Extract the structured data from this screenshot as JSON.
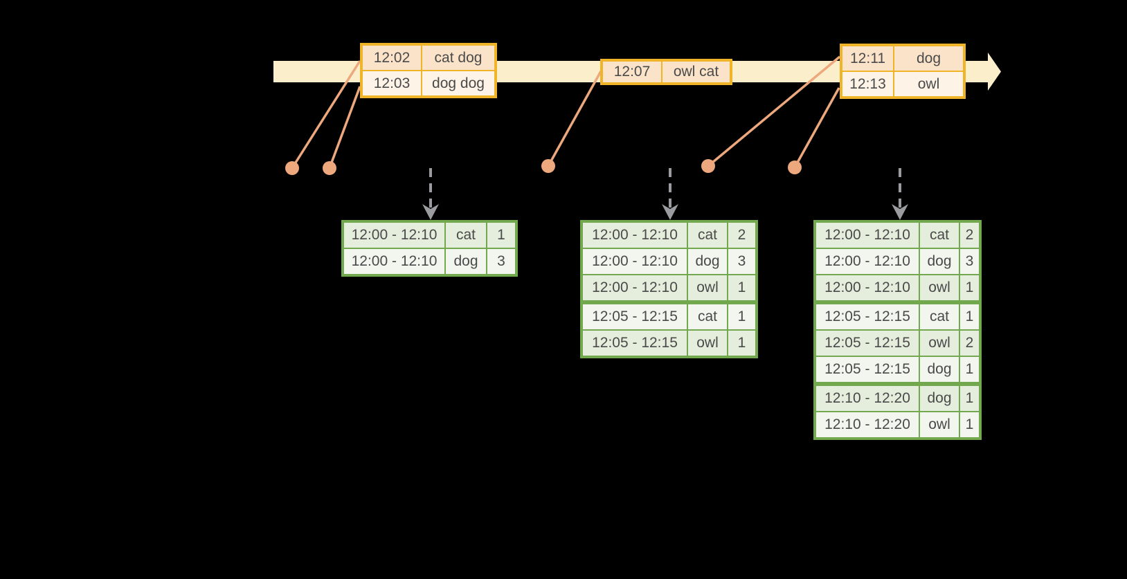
{
  "diagram_title": "windowed-grouped-aggregation-stream-diagram",
  "colors": {
    "background": "#000000",
    "timeline_band": "#FBEFCB",
    "event_table_border": "#F0B429",
    "event_row_dark": "#FAE3C9",
    "event_row_light": "#FDF3E6",
    "connector": "#EDA87D",
    "result_table_border": "#72A94E",
    "result_row_dark": "#E5EDDC",
    "result_row_light": "#F2F6EE",
    "table_text": "#4A4A4A",
    "trigger_arrow": "#9A9C9F"
  },
  "timeline": {
    "event_tables": [
      {
        "rows": [
          {
            "time": "12:02",
            "words": "cat dog"
          },
          {
            "time": "12:03",
            "words": "dog dog"
          }
        ]
      },
      {
        "rows": [
          {
            "time": "12:07",
            "words": "owl cat"
          }
        ]
      },
      {
        "rows": [
          {
            "time": "12:11",
            "words": "dog"
          },
          {
            "time": "12:13",
            "words": "owl"
          }
        ]
      }
    ]
  },
  "result_tables": [
    {
      "rows": [
        {
          "window": "12:00 - 12:10",
          "word": "cat",
          "count": 1
        },
        {
          "window": "12:00 - 12:10",
          "word": "dog",
          "count": 3
        }
      ]
    },
    {
      "rows": [
        {
          "window": "12:00 - 12:10",
          "word": "cat",
          "count": 2
        },
        {
          "window": "12:00 - 12:10",
          "word": "dog",
          "count": 3
        },
        {
          "window": "12:00 - 12:10",
          "word": "owl",
          "count": 1
        },
        {
          "window": "12:05 - 12:15",
          "word": "cat",
          "count": 1
        },
        {
          "window": "12:05 - 12:15",
          "word": "owl",
          "count": 1
        }
      ]
    },
    {
      "rows": [
        {
          "window": "12:00 - 12:10",
          "word": "cat",
          "count": 2
        },
        {
          "window": "12:00 - 12:10",
          "word": "dog",
          "count": 3
        },
        {
          "window": "12:00 - 12:10",
          "word": "owl",
          "count": 1
        },
        {
          "window": "12:05 - 12:15",
          "word": "cat",
          "count": 1
        },
        {
          "window": "12:05 - 12:15",
          "word": "owl",
          "count": 2
        },
        {
          "window": "12:05 - 12:15",
          "word": "dog",
          "count": 1
        },
        {
          "window": "12:10 - 12:20",
          "word": "dog",
          "count": 1
        },
        {
          "window": "12:10 - 12:20",
          "word": "owl",
          "count": 1
        }
      ]
    }
  ]
}
